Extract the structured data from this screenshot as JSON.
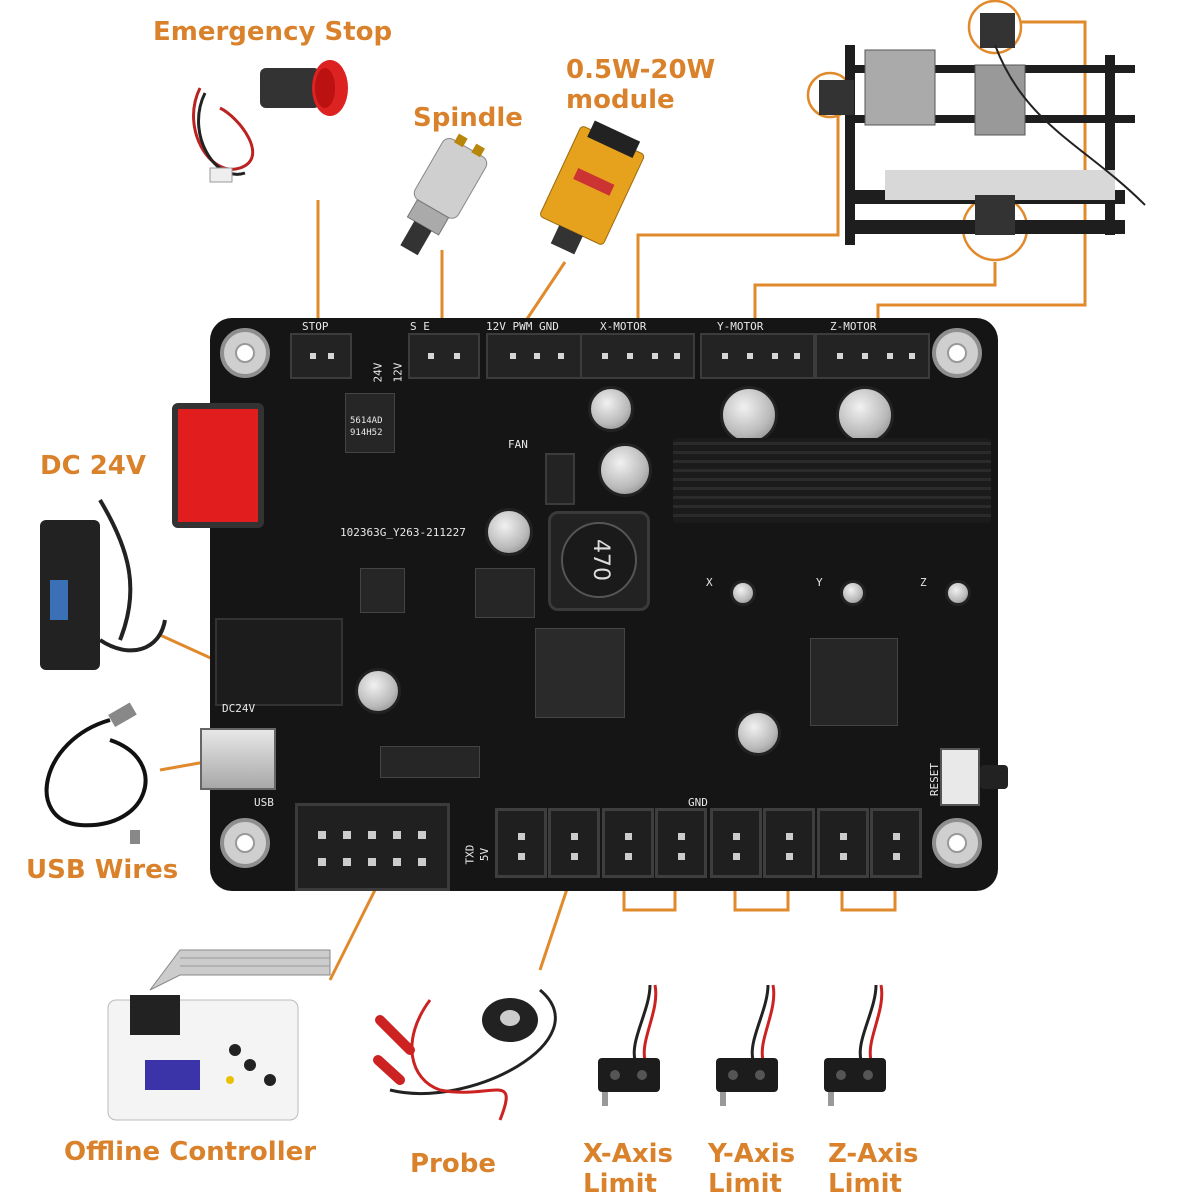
{
  "labels": {
    "emergency_stop": "Emergency Stop",
    "spindle": "Spindle",
    "module_line1": "0.5W-20W",
    "module_line2": "module",
    "dc24v": "DC 24V",
    "usb_wires": "USB Wires",
    "offline_controller": "Offline Controller",
    "probe": "Probe",
    "x_limit_line1": "X-Axis",
    "x_limit_line2": "Limit",
    "y_limit_line1": "Y-Axis",
    "y_limit_line2": "Limit",
    "z_limit_line1": "Z-Axis",
    "z_limit_line2": "Limit"
  },
  "silkscreen": {
    "stop": "STOP",
    "spindle_hdr": "S          E",
    "laser_hdr": "12V PWM GND",
    "x_motor": "X-MOTOR",
    "y_motor": "Y-MOTOR",
    "z_motor": "Z-MOTOR",
    "v24": "24V",
    "v12": "12V",
    "fan": "FAN",
    "board_id": "102363G_Y263-211227",
    "inductor": "470",
    "reg_line1": "5614AD",
    "reg_line2": "914H52",
    "x": "X",
    "y": "Y",
    "z": "Z",
    "dc24v": "DC24V",
    "usb": "USB",
    "reset": "RESET",
    "gnd": "GND",
    "txd": "TXD",
    "v5": "5V"
  },
  "colors": {
    "label": "#d9822b",
    "board": "#151515",
    "wire": "#e08a2c"
  }
}
